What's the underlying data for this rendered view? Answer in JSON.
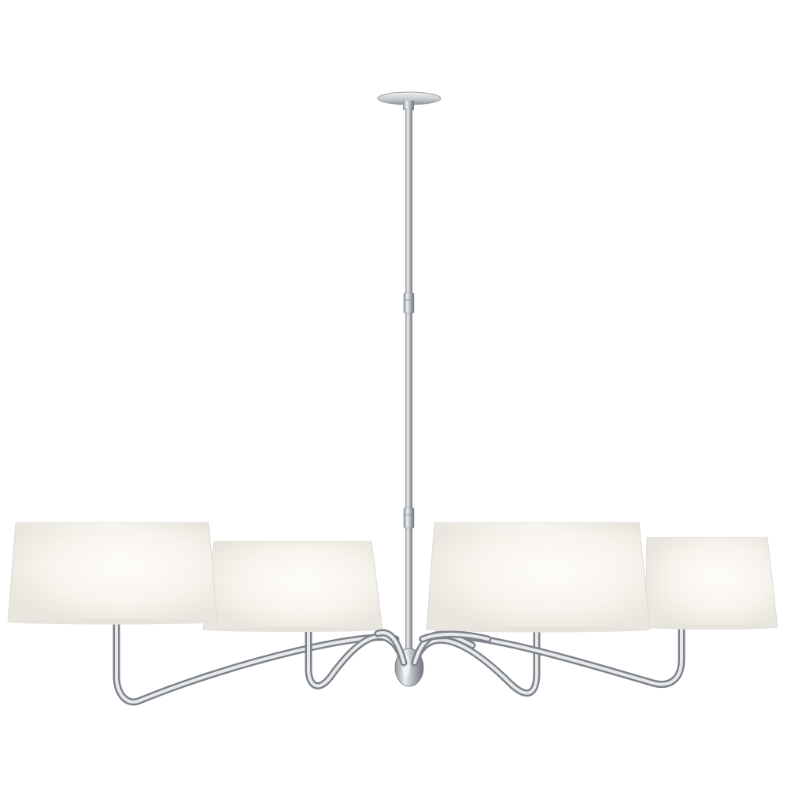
{
  "image": {
    "subject": "chandelier",
    "background_color": "#ffffff",
    "metal_color": "#c9ccd0",
    "shade_color": "#f6f4ef",
    "shade_count": 4,
    "arm_count": 4
  }
}
